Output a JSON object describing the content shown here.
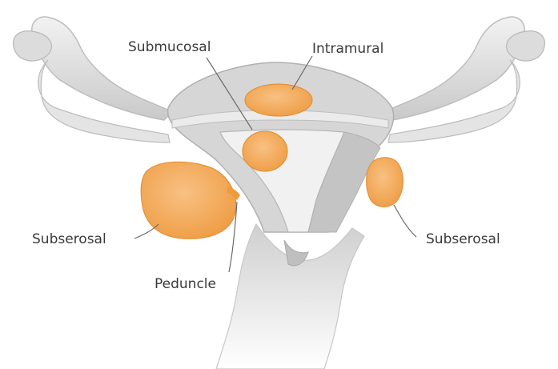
{
  "labels": {
    "submucosal": "Submucosal",
    "intramural": "Intramural",
    "subserosal_left": "Subserosal",
    "subserosal_right": "Subserosal",
    "peduncle": "Peduncle"
  },
  "colors": {
    "fibroid": "#f2a14a",
    "fibroid_highlight": "#f8c183",
    "tissue_light": "#e9e9e9",
    "tissue_mid": "#cdcdcd",
    "tissue_dark": "#b5b5b5",
    "leader_line": "#6a6a6a"
  }
}
